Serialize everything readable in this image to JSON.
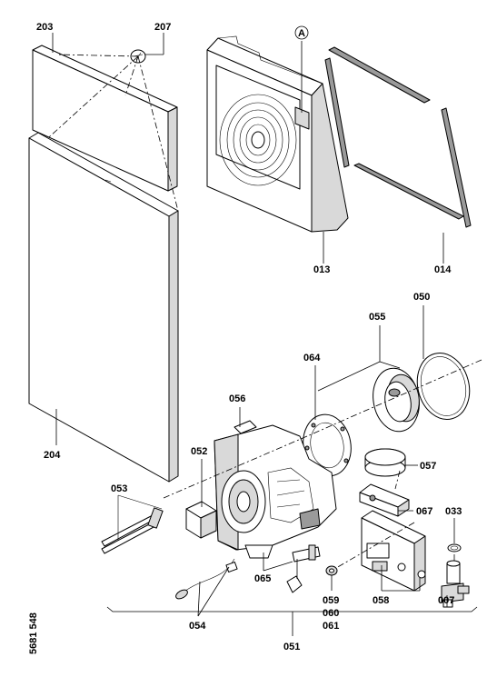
{
  "labels": {
    "p203": "203",
    "p207": "207",
    "pA": "A",
    "p013": "013",
    "p014": "014",
    "p204": "204",
    "p050": "050",
    "p055": "055",
    "p064": "064",
    "p056": "056",
    "p052": "052",
    "p057": "057",
    "p053": "053",
    "p067": "067",
    "p033": "033",
    "p065": "065",
    "p059": "059",
    "p060": "060",
    "p061": "061",
    "p058": "058",
    "p007": "007",
    "p054": "054",
    "p051": "051",
    "drawing_number": "5681 548"
  }
}
